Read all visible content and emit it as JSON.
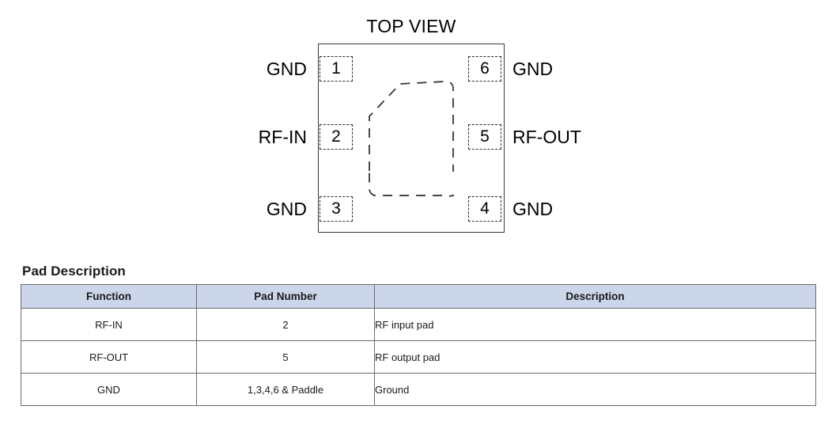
{
  "figure": {
    "title": "TOP VIEW",
    "pads": [
      {
        "number": "1",
        "name": "GND",
        "side": "left"
      },
      {
        "number": "2",
        "name": "RF-IN",
        "side": "left"
      },
      {
        "number": "3",
        "name": "GND",
        "side": "left"
      },
      {
        "number": "6",
        "name": "GND",
        "side": "right"
      },
      {
        "number": "5",
        "name": "RF-OUT",
        "side": "right"
      },
      {
        "number": "4",
        "name": "GND",
        "side": "right"
      }
    ]
  },
  "pad_description": {
    "heading": "Pad Description",
    "columns": [
      "Function",
      "Pad Number",
      "Description"
    ],
    "rows": [
      {
        "function": "RF-IN",
        "pad_number": "2",
        "description": "RF input pad"
      },
      {
        "function": "RF-OUT",
        "pad_number": "5",
        "description": "RF output pad"
      },
      {
        "function": "GND",
        "pad_number": "1,3,4,6 & Paddle",
        "description": "Ground"
      }
    ]
  },
  "colors": {
    "table_header_fill": "#ccd6eb",
    "table_border": "#6b6b6b",
    "outline": "#3a3a3a"
  }
}
